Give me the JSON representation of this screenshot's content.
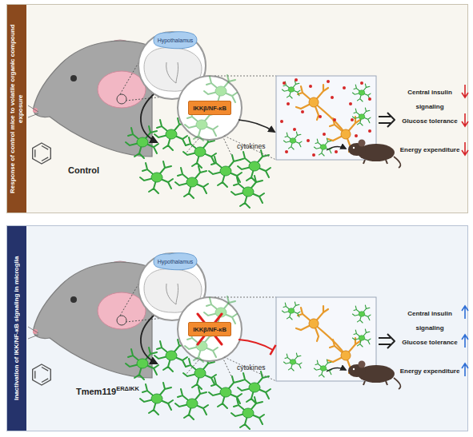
{
  "diagram": {
    "nodes": [
      {
        "text": [
          "Response of control mice to volatile organic compound exposure"
        ]
      },
      {
        "text": [
          "Hypothalamus"
        ],
        "in": 0
      },
      {
        "text": [
          "IKKβ/NF-κB"
        ],
        "in": 0
      },
      {
        "text": [
          "Inactivation of IKK/NF-κB signaling in microglia"
        ]
      },
      {
        "text": [
          "Hypothalamus"
        ],
        "in": 3
      },
      {
        "text": [
          "IKKβ/NF-κB"
        ],
        "in": 3
      }
    ],
    "labels": [
      "cytokines",
      "Central insulin signaling",
      "Glucose tolerance",
      "Energy expenditure",
      "Control",
      "cytokines",
      "Central insulin signaling",
      "Glucose tolerance",
      "Energy expenditure",
      "Tmem119",
      "ERΔIKK"
    ]
  }
}
